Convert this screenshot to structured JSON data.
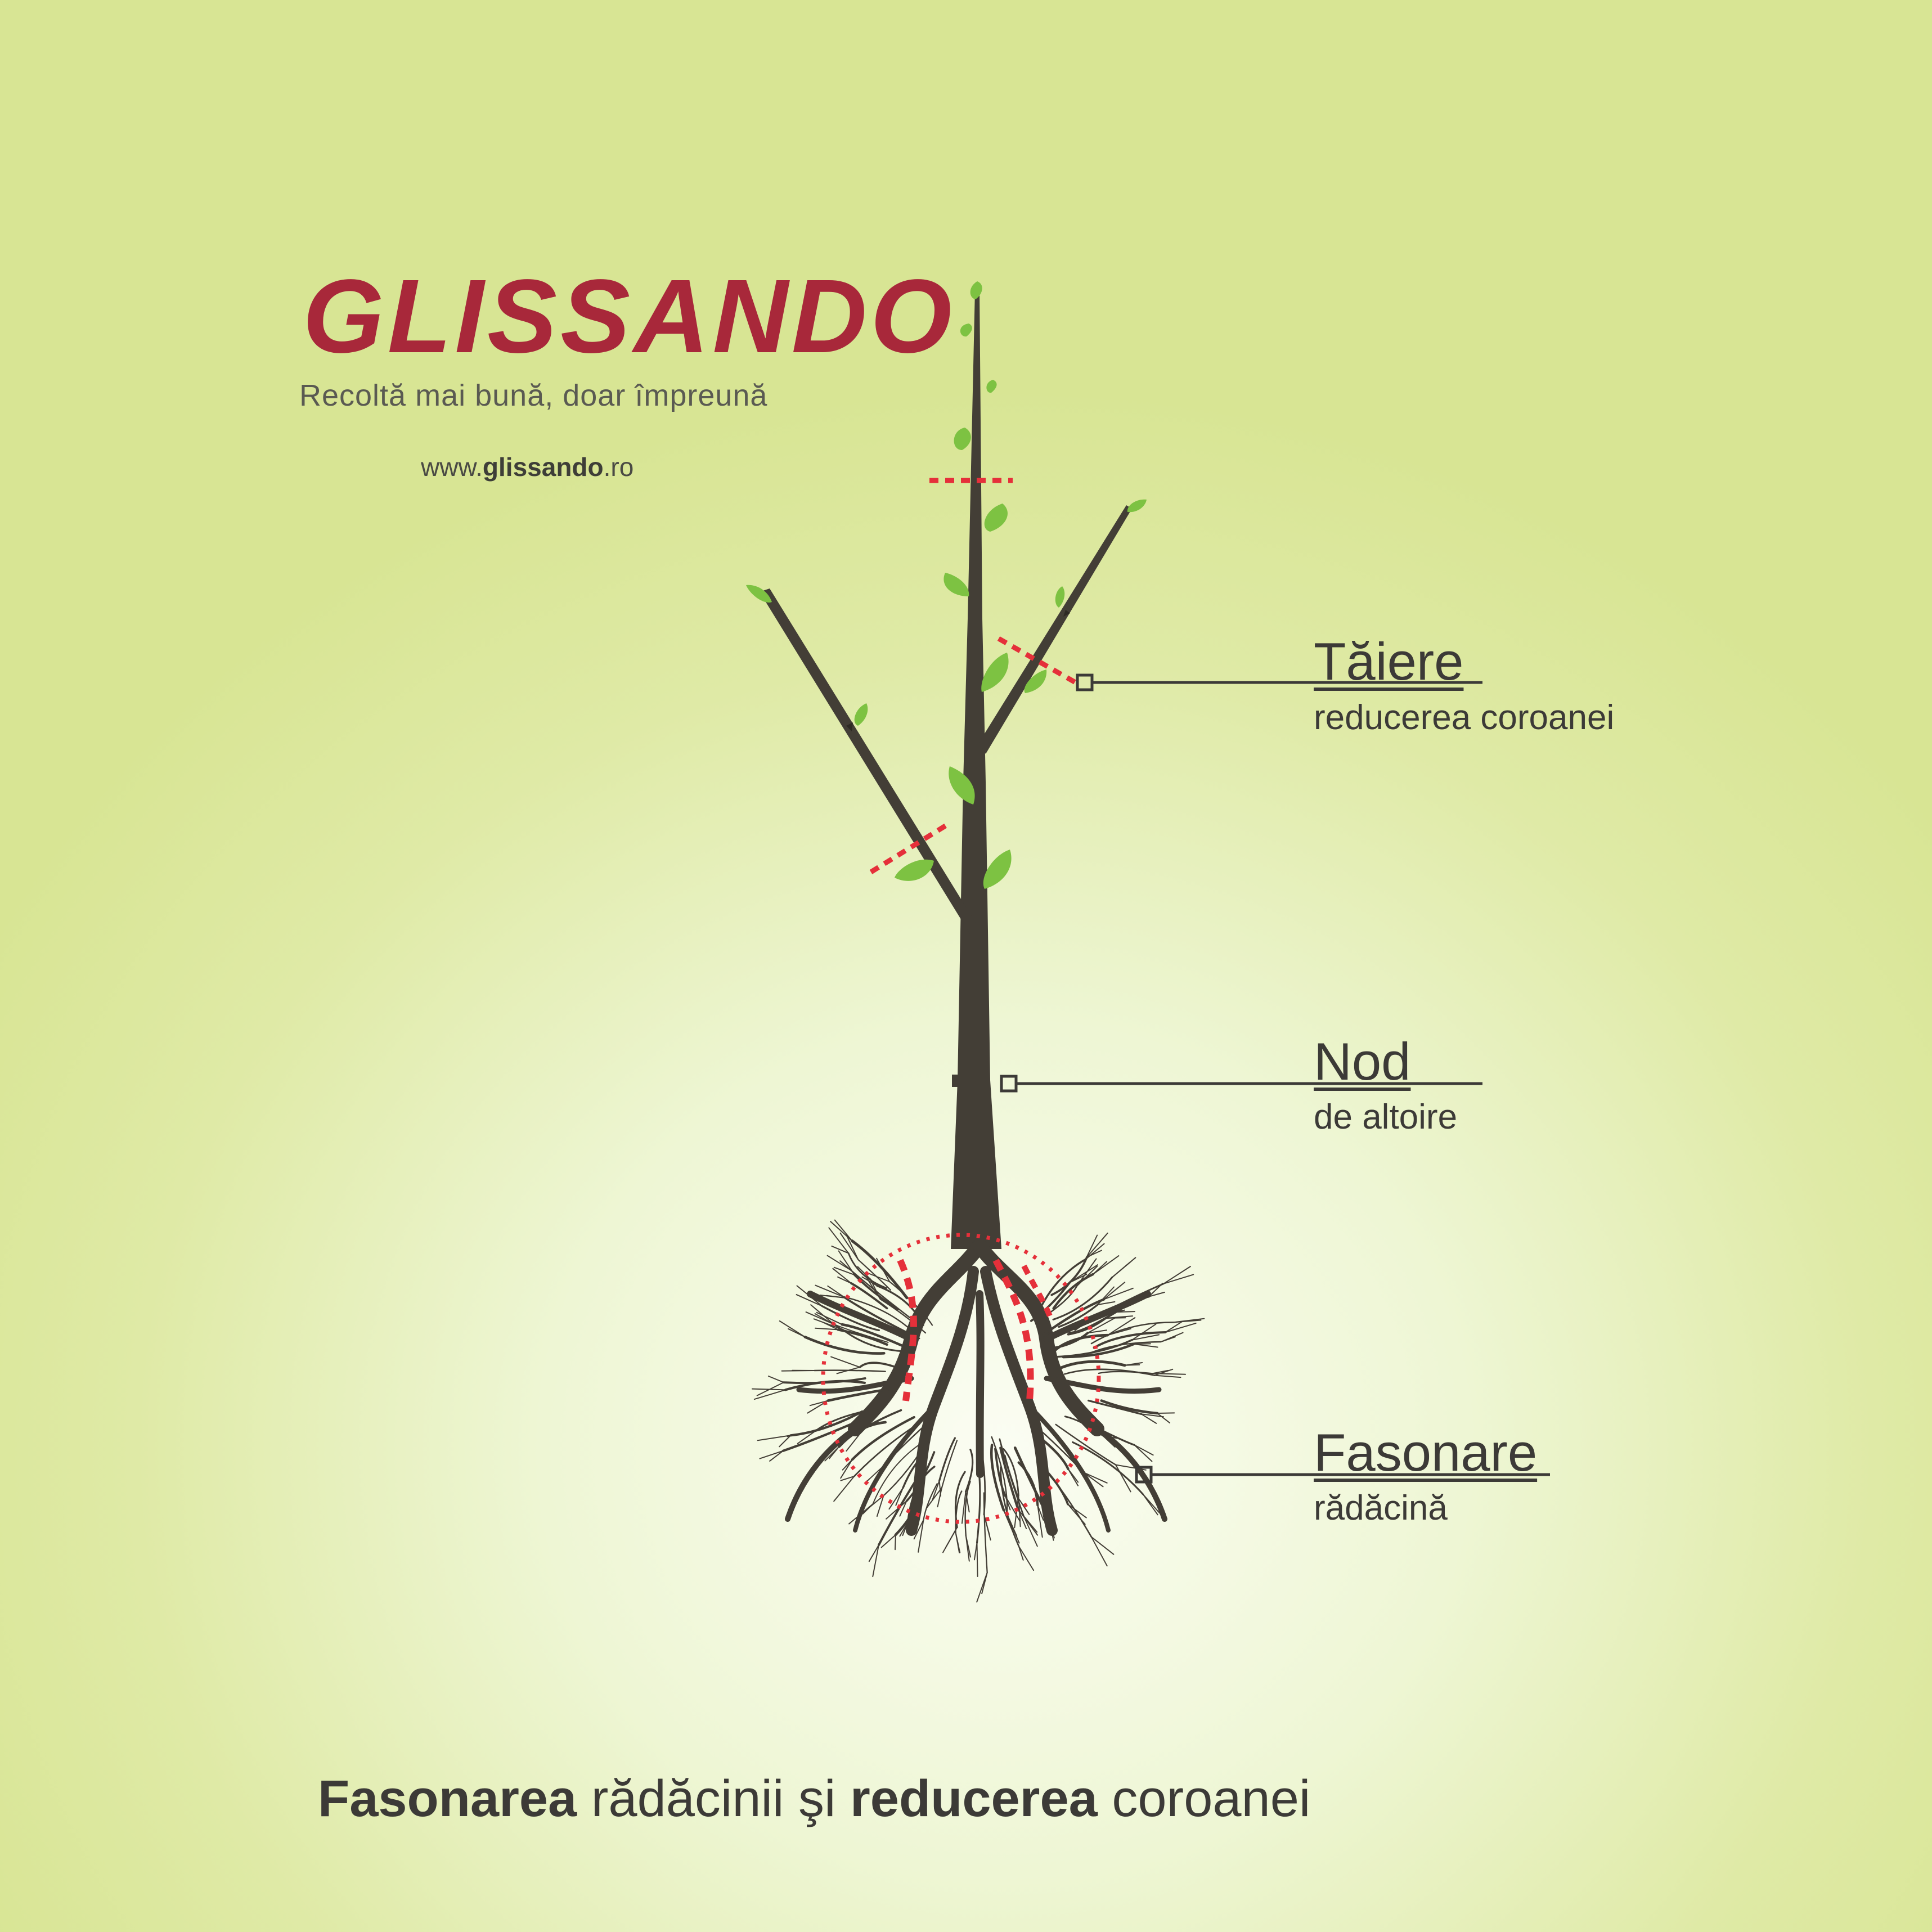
{
  "brand": {
    "name": "GLISSANDO",
    "tagline": "Recoltă mai bună, doar împreună",
    "website_prefix": "www.",
    "website_bold": "glissando",
    "website_suffix": ".ro",
    "color": "#a8283a"
  },
  "labels": [
    {
      "title": "Tăiere",
      "subtitle": "reducerea coroanei"
    },
    {
      "title": "Nod",
      "subtitle": "de altoire"
    },
    {
      "title": "Fasonare",
      "subtitle": "rădăcină"
    }
  ],
  "footer": {
    "part1_bold": "Fasonarea",
    "part2": " rădăcinii şi ",
    "part3_bold": "reducerea",
    "part4": " coroanei"
  },
  "colors": {
    "trunk": "#433e36",
    "leaf": "#7dc242",
    "cut_mark": "#e5303a",
    "text": "#3c3a37"
  }
}
